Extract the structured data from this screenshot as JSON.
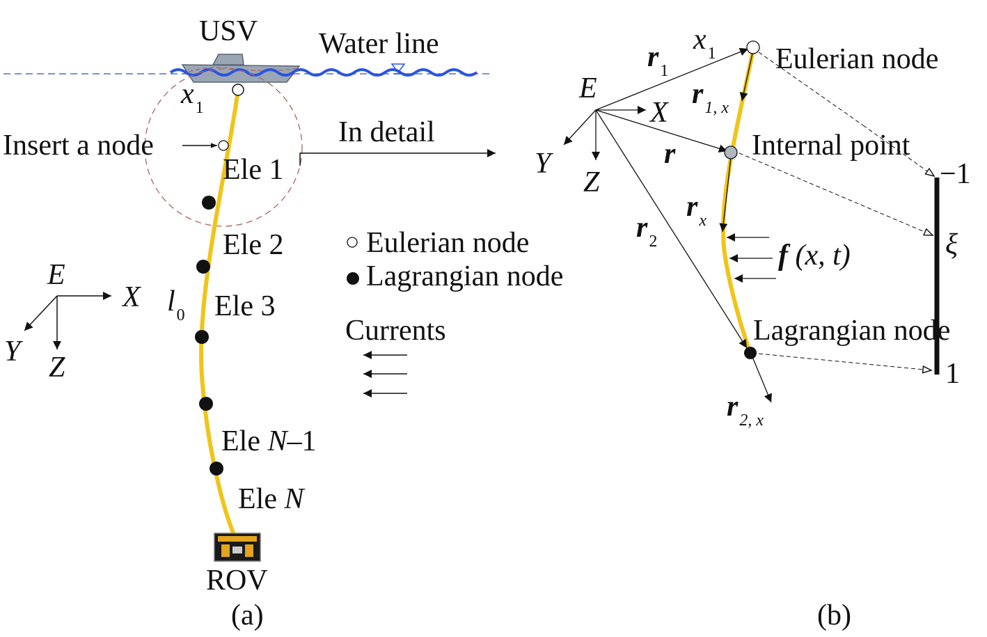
{
  "panel_a": {
    "usv": "USV",
    "water_line": "Water line",
    "x": "x",
    "x_sub": "1",
    "insert_node": "Insert a node",
    "in_detail": "In detail",
    "ele1": "Ele 1",
    "ele2": "Ele 2",
    "ele3": "Ele 3",
    "ele_n1_prefix": "Ele ",
    "ele_n1_var": "N",
    "ele_n1_suffix": "–1",
    "elen_prefix": "Ele ",
    "elen_var": "N",
    "l": "l",
    "l_sub": "0",
    "legend_eulerian": "Eulerian node",
    "legend_lagrangian": "Lagrangian node",
    "currents": "Currents",
    "axis_e": "E",
    "axis_x": "X",
    "axis_y": "Y",
    "axis_z": "Z",
    "rov": "ROV",
    "caption": "(a)"
  },
  "panel_b": {
    "axis_e": "E",
    "axis_x": "X",
    "axis_y": "Y",
    "axis_z": "Z",
    "r1": "r",
    "r1_sub": "1",
    "x1": "x",
    "x1_sub": "1",
    "eulerian_node": "Eulerian node",
    "r1x": "r",
    "r1x_sub": "1, x",
    "r": "r",
    "internal_point": "Internal point",
    "neg_one": "−1",
    "rx": "r",
    "rx_sub": "x",
    "r2": "r",
    "r2_sub": "2",
    "xi": "ξ",
    "f": "f",
    "f_args": " (x, t)",
    "lagrangian_node": "Lagrangian node",
    "one": "1",
    "r2x": "r",
    "r2x_sub": "2, x",
    "caption": "(b)"
  },
  "colors": {
    "cable": "#f0c419",
    "water": "#2a55e0",
    "waterline_dash": "#4a6fd8",
    "insert_circle": "#b06060",
    "usv_hull": "#9aa6b4",
    "ink": "#111111"
  }
}
